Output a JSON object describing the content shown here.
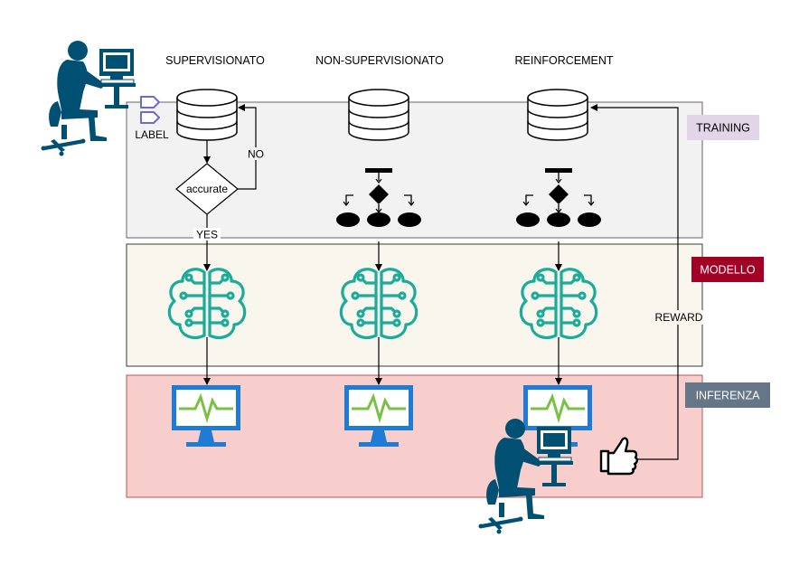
{
  "columns": [
    {
      "title": "SUPERVISIONATO"
    },
    {
      "title": "NON-SUPERVISIONATO"
    },
    {
      "title": "REINFORCEMENT"
    }
  ],
  "stages": {
    "training": {
      "label": "TRAINING",
      "badge_bg": "#e1d5e7",
      "badge_fg": "#000000",
      "band_bg": "#f2f2f2"
    },
    "modello": {
      "label": "MODELLO",
      "badge_bg": "#a20025",
      "badge_fg": "#ffffff",
      "band_bg": "#f9f7ed"
    },
    "inferenza": {
      "label": "INFERENZA",
      "badge_bg": "#647687",
      "badge_fg": "#ffffff",
      "band_bg": "#f8cecc"
    }
  },
  "supervised": {
    "label_text": "LABEL",
    "decision_text": "accurate",
    "no_text": "NO",
    "yes_text": "YES"
  },
  "reinforcement": {
    "reward_text": "REWARD"
  },
  "icons": [
    "user-at-computer-icon",
    "label-tag-icon",
    "database-icon",
    "clustering-icon",
    "brain-circuit-icon",
    "monitor-icon",
    "thumbs-up-icon"
  ],
  "colors": {
    "brain": "#1aab9b",
    "monitor_frame": "#1e7bd6",
    "monitor_line": "#7ac143",
    "person": "#005073",
    "tag": "#6b6bd6"
  }
}
